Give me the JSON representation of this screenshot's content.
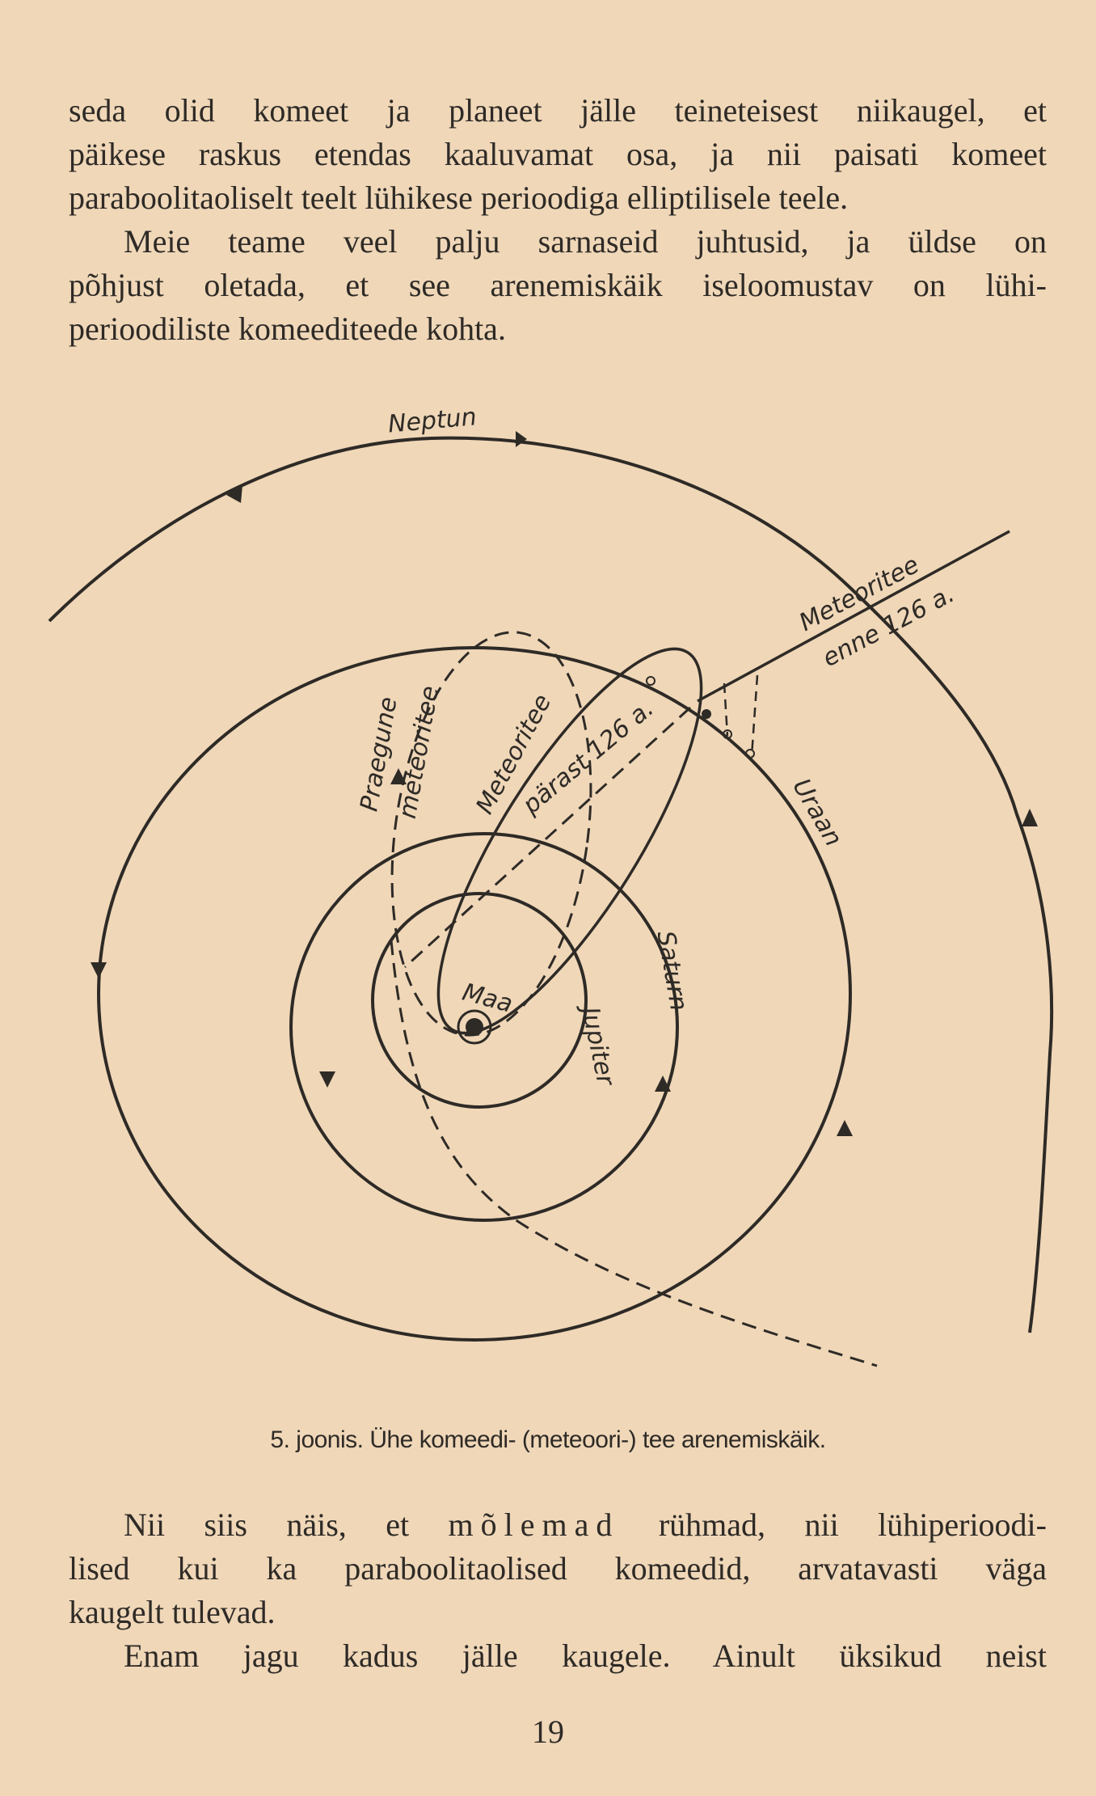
{
  "paragraph_top": [
    "seda olid komeet ja planeet jälle teineteisest niikaugel, et",
    "päikese raskus etendas kaaluvamat osa, ja nii paisati komeet",
    "paraboolitaoliselt teelt lühikese perioodiga elliptilisele teele."
  ],
  "paragraph_second": [
    "Meie teame veel palju sarnaseid juhtusid, ja üldse on",
    "põhjust oletada, et see arenemiskäik iseloomustav on lühi-",
    "perioodiliste komeediteede kohta."
  ],
  "figure": {
    "labels": {
      "neptune": "Neptun",
      "uranus": "Uraan",
      "saturn": "Saturn",
      "jupiter": "Jupiter",
      "earth": "Maa",
      "before_1": "Meteoritee",
      "before_2": "enne 126 a.",
      "after_1": "Meteoritee",
      "after_2": "pärast 126 a.",
      "current_1": "Praegune",
      "current_2": "meteoritee"
    },
    "caption": "5. joonis. Ühe komeedi- (meteoori-) tee arenemiskäik."
  },
  "paragraph_third": {
    "line1_a": "Nii siis näis, et ",
    "line1_spaced": "mõlemad",
    "line1_b": " rühmad, nii lühiperioodi-",
    "line2": "lised kui ka paraboolitaolised komeedid, arvatavasti väga",
    "line3": "kaugelt tulevad."
  },
  "paragraph_fourth": [
    "Enam jagu kadus jälle kaugele. Ainult üksikud neist"
  ],
  "page_number": "19"
}
